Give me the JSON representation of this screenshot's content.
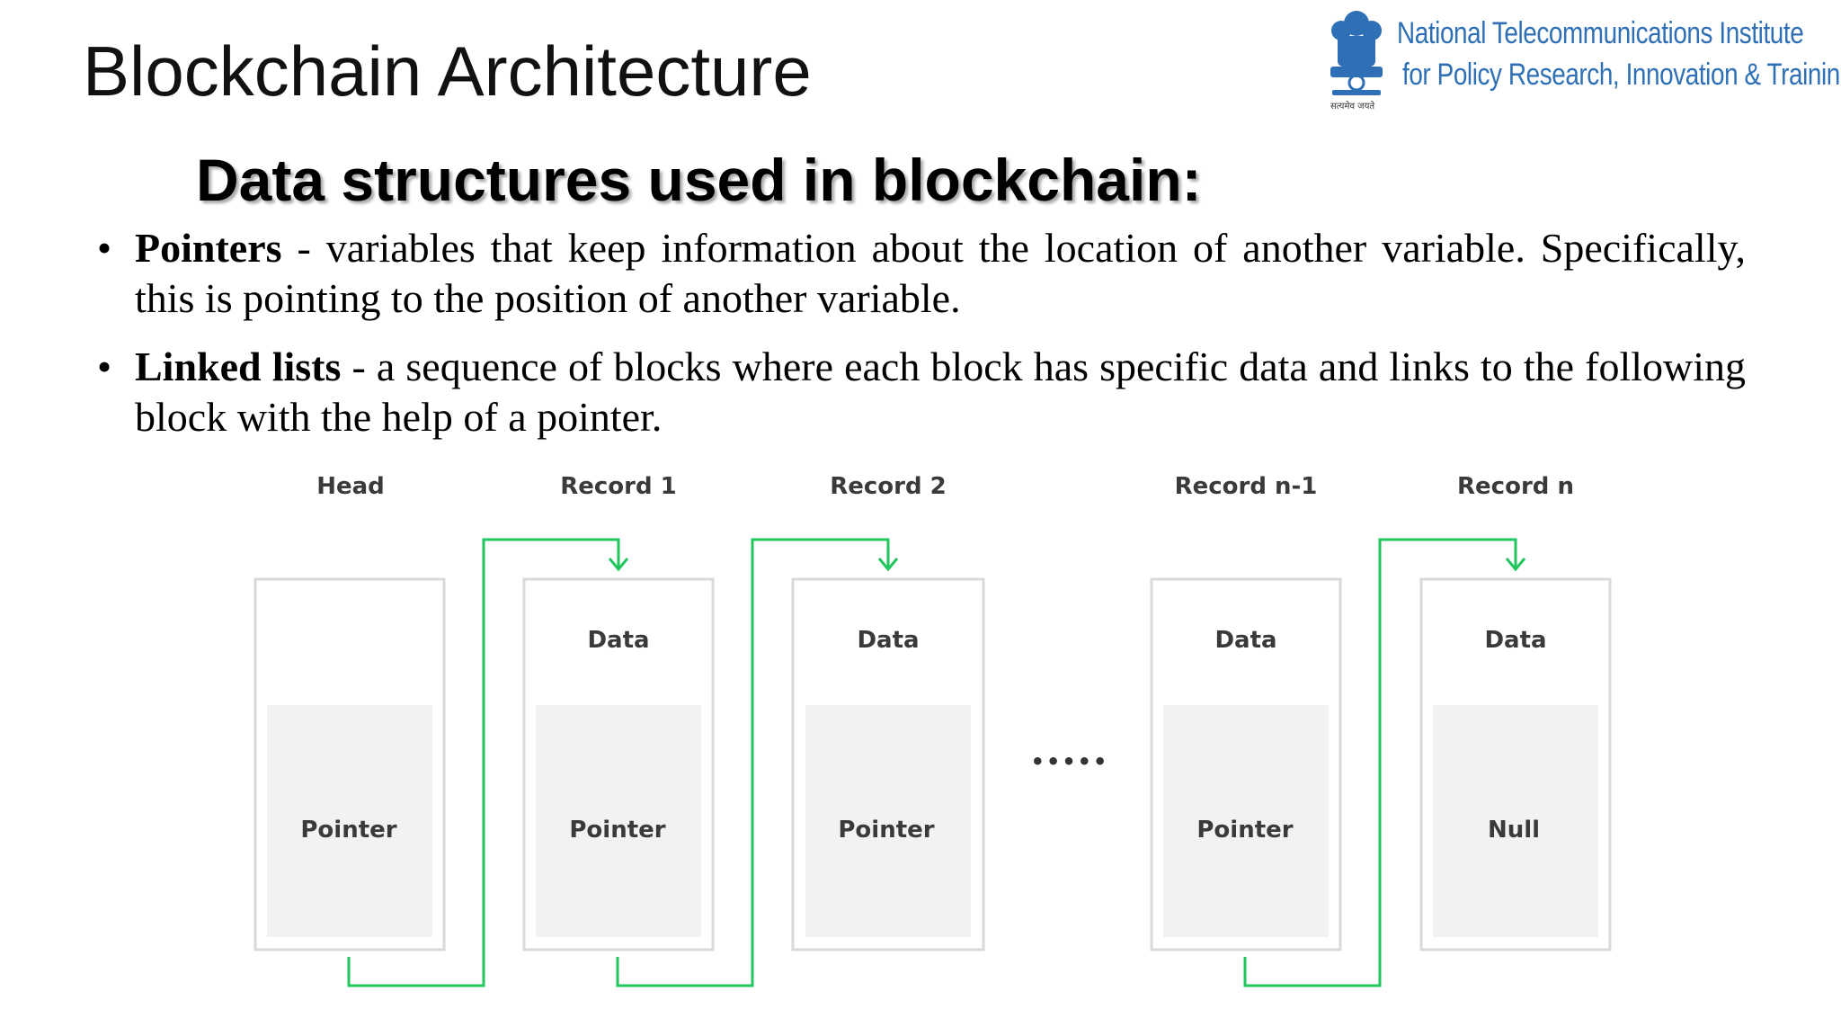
{
  "slide": {
    "title": "Blockchain Architecture",
    "subheading": "Data structures used in blockchain:"
  },
  "logo": {
    "line1": "National Telecommunications Institute",
    "line2": "for Policy Research, Innovation & Training",
    "emblem_caption": "सत्यमेव जयते",
    "color": "#2e6fb5"
  },
  "bullets": [
    {
      "term": "Pointers",
      "separator": " - ",
      "text": "variables that keep information about the location of another variable. Specifically, this is pointing to the position of another variable."
    },
    {
      "term": "Linked lists",
      "separator": " - ",
      "text": "a sequence of blocks where each block has specific data and links to the following block with the help of a pointer."
    }
  ],
  "diagram": {
    "arrow_color": "#22c55e",
    "ellipsis": "•••••",
    "nodes": [
      {
        "label": "Head",
        "data": "",
        "pointer": "Pointer"
      },
      {
        "label": "Record 1",
        "data": "Data",
        "pointer": "Pointer"
      },
      {
        "label": "Record 2",
        "data": "Data",
        "pointer": "Pointer"
      },
      {
        "label": "Record n-1",
        "data": "Data",
        "pointer": "Pointer"
      },
      {
        "label": "Record n",
        "data": "Data",
        "pointer": "Null"
      }
    ]
  }
}
